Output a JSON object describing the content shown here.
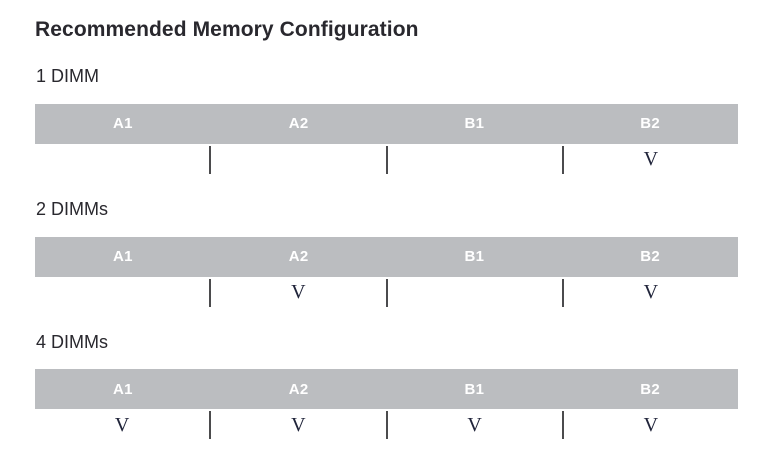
{
  "page": {
    "title": "Recommended Memory Configuration"
  },
  "columns": [
    "A1",
    "A2",
    "B1",
    "B2"
  ],
  "legend": {
    "populated_mark": "V"
  },
  "sections": [
    {
      "label": "1 DIMM",
      "cells": [
        "",
        "",
        "",
        "V"
      ]
    },
    {
      "label": "2 DIMMs",
      "cells": [
        "",
        "V",
        "",
        "V"
      ]
    },
    {
      "label": "4 DIMMs",
      "cells": [
        "V",
        "V",
        "V",
        "V"
      ]
    }
  ],
  "colors": {
    "header_bar_gray": "#bbbdc0",
    "header_text": "#ffffff",
    "body_text": "#29282e",
    "mark_navy": "#20243a",
    "divider_dark": "#4b4b4d"
  }
}
